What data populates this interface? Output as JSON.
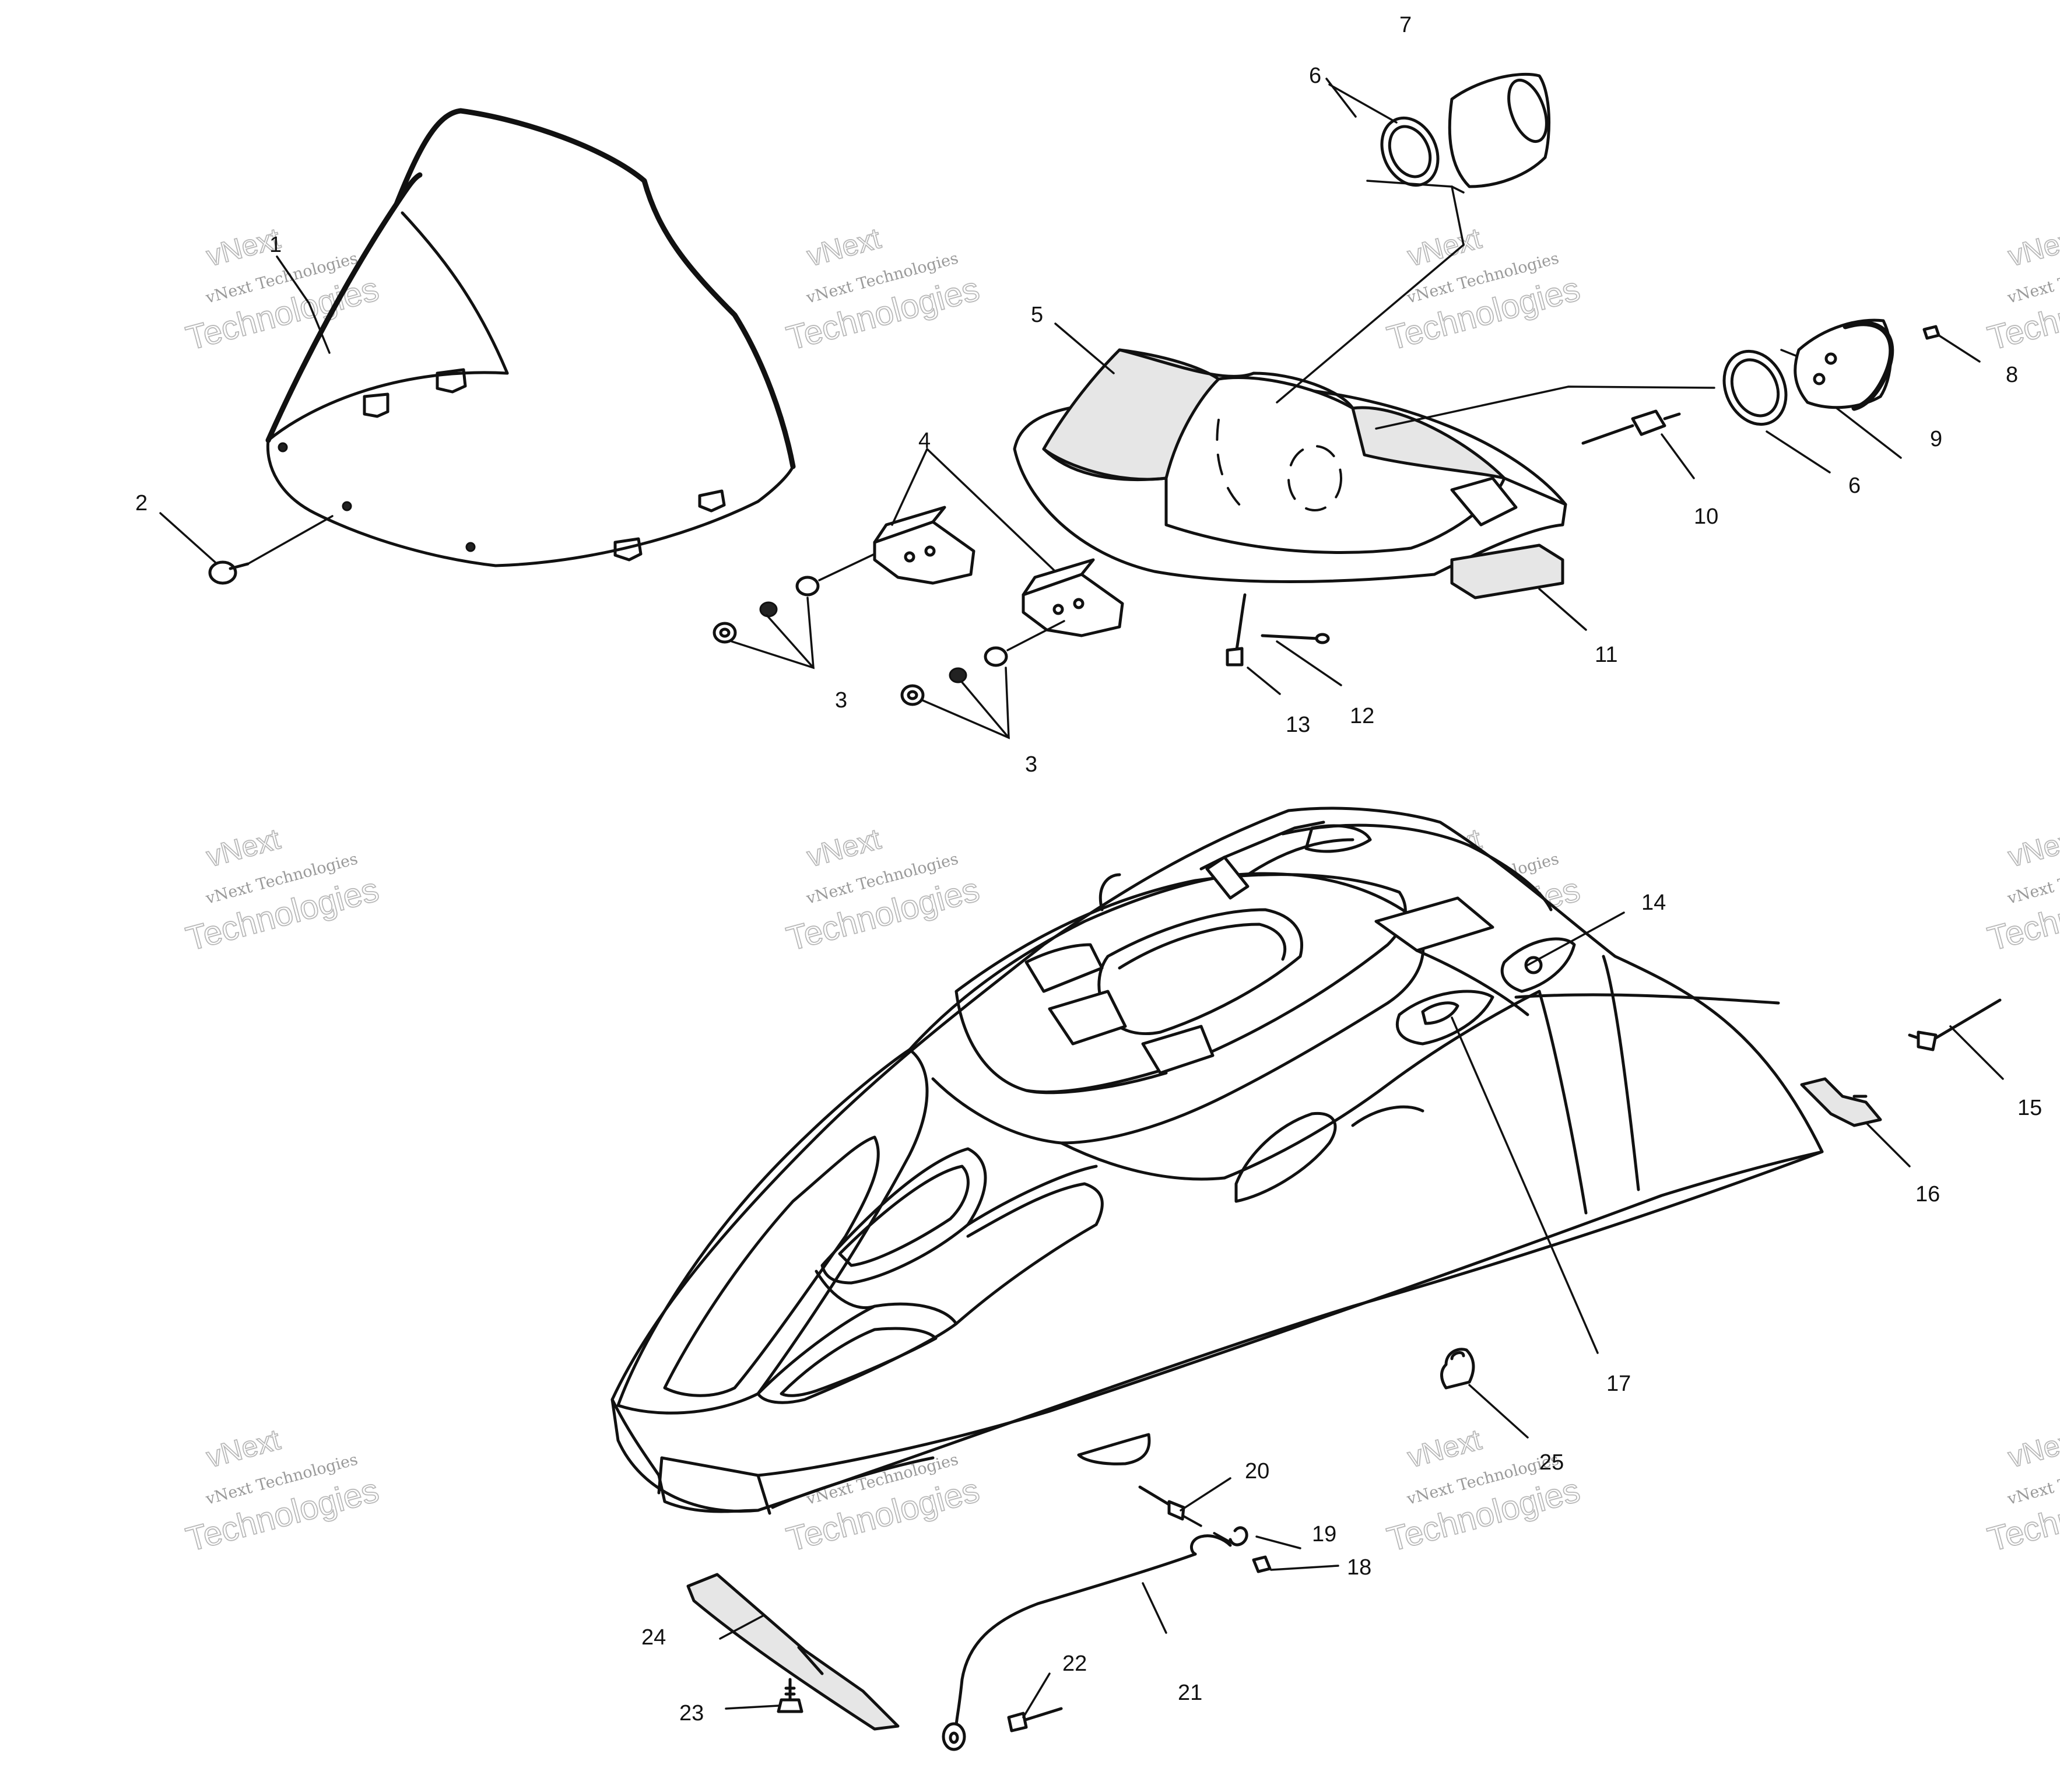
{
  "diagram": {
    "callouts": [
      {
        "id": "c1",
        "label": "1"
      },
      {
        "id": "c2",
        "label": "2"
      },
      {
        "id": "c3a",
        "label": "3"
      },
      {
        "id": "c3b",
        "label": "3"
      },
      {
        "id": "c4",
        "label": "4"
      },
      {
        "id": "c5",
        "label": "5"
      },
      {
        "id": "c6a",
        "label": "6"
      },
      {
        "id": "c6b",
        "label": "6"
      },
      {
        "id": "c7",
        "label": "7"
      },
      {
        "id": "c8",
        "label": "8"
      },
      {
        "id": "c9",
        "label": "9"
      },
      {
        "id": "c10",
        "label": "10"
      },
      {
        "id": "c11",
        "label": "11"
      },
      {
        "id": "c12",
        "label": "12"
      },
      {
        "id": "c13",
        "label": "13"
      },
      {
        "id": "c14",
        "label": "14"
      },
      {
        "id": "c15",
        "label": "15"
      },
      {
        "id": "c16",
        "label": "16"
      },
      {
        "id": "c17",
        "label": "17"
      },
      {
        "id": "c18",
        "label": "18"
      },
      {
        "id": "c19",
        "label": "19"
      },
      {
        "id": "c20",
        "label": "20"
      },
      {
        "id": "c21",
        "label": "21"
      },
      {
        "id": "c22",
        "label": "22"
      },
      {
        "id": "c23",
        "label": "23"
      },
      {
        "id": "c24",
        "label": "24"
      },
      {
        "id": "c25",
        "label": "25"
      }
    ]
  },
  "watermark": {
    "brand": "vNext",
    "line": "vNext Technologies",
    "word": "Technologies"
  }
}
